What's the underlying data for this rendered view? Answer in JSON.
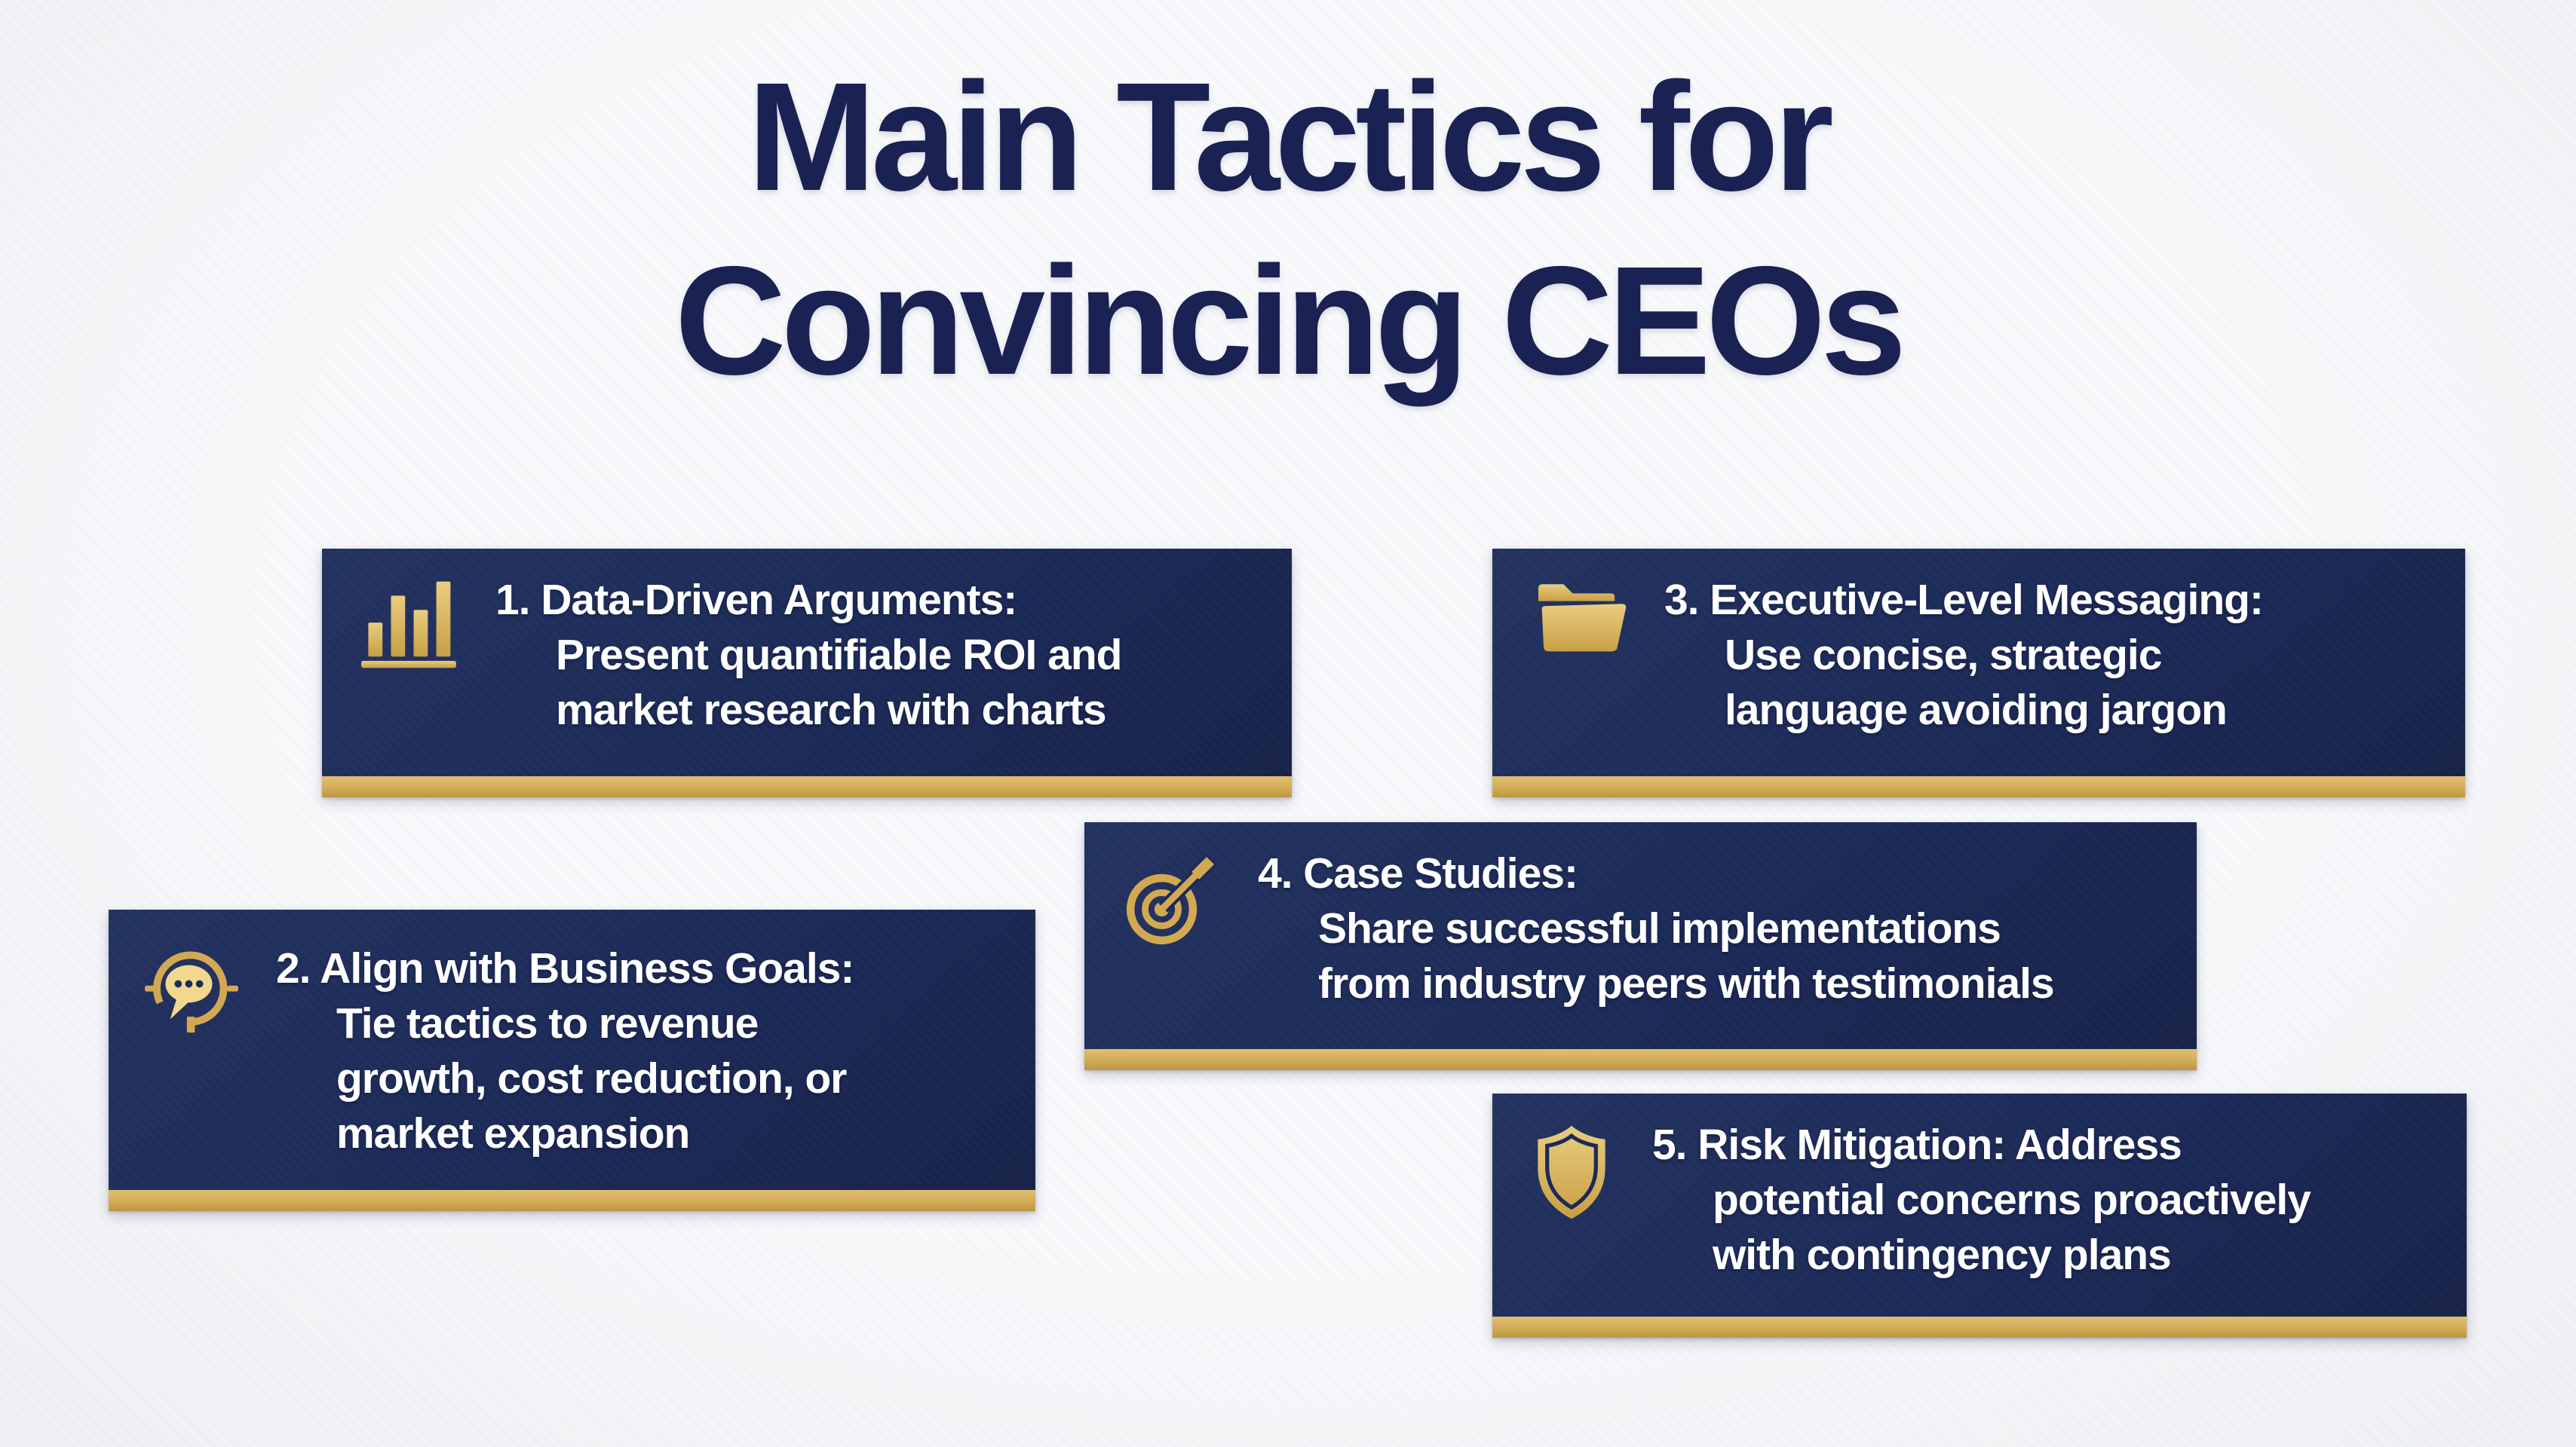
{
  "title": {
    "line1": "Main Tactics for",
    "line2": "Convincing CEOs"
  },
  "theme": {
    "background": "#f5f6f8",
    "card_navy": "#1c2a58",
    "gold": "#d2a952",
    "gold_strip": "#d2ab57",
    "title_color": "#1a2153",
    "card_text_color": "#ffffff"
  },
  "cards": [
    {
      "icon": "bar-chart-icon",
      "heading": "1. Data-Driven Arguments:",
      "lines": [
        "Present quantifiable ROI and",
        "market research with charts"
      ]
    },
    {
      "icon": "chat-bubble-icon",
      "heading": "2. Align with Business Goals:",
      "lines": [
        "Tie tactics to revenue",
        "growth, cost reduction, or",
        "market expansion"
      ]
    },
    {
      "icon": "folder-icon",
      "heading": "3. Executive-Level Messaging:",
      "lines": [
        "Use concise, strategic",
        "language avoiding jargon"
      ]
    },
    {
      "icon": "target-icon",
      "heading": "4. Case Studies:",
      "lines": [
        "Share successful implementations",
        "from industry peers with testimonials"
      ]
    },
    {
      "icon": "shield-icon",
      "heading": "5. Risk Mitigation: Address",
      "lines": [
        "potential concerns proactively",
        "with contingency plans"
      ]
    }
  ]
}
